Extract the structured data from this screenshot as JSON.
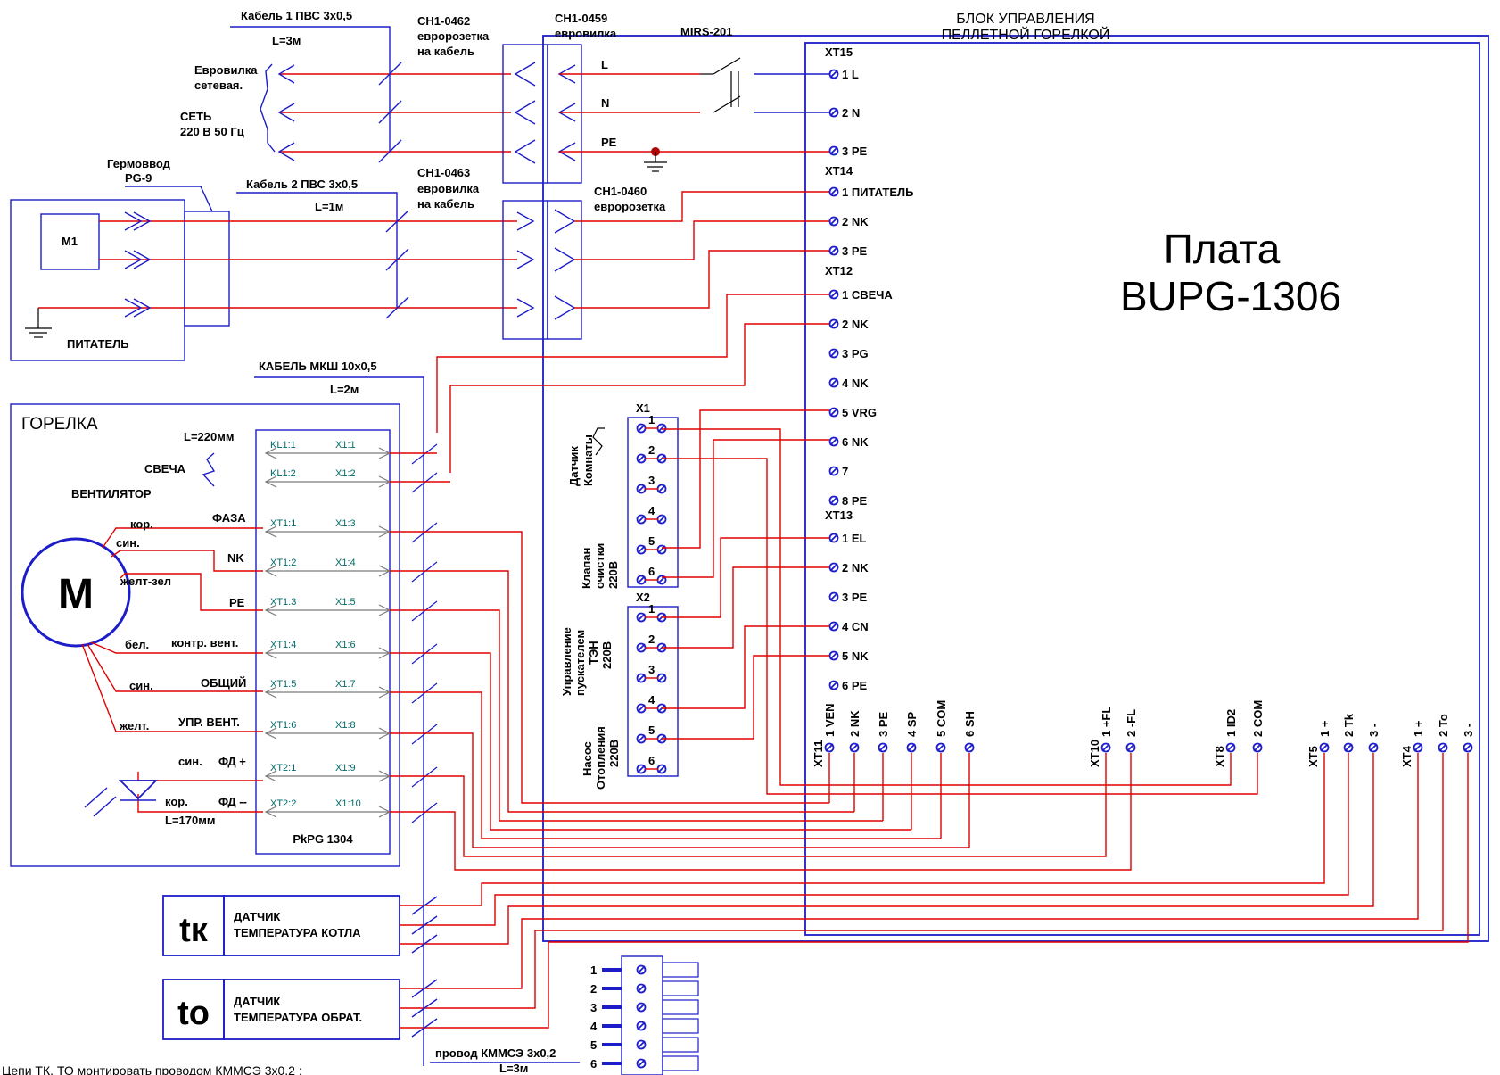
{
  "block": {
    "title_1": "БЛОК УПРАВЛЕНИЯ",
    "title_2": "ПЕЛЛЕТНОЙ ГОРЕЛКОЙ",
    "board_1": "Плата",
    "board_2": "BUPG-1306"
  },
  "cable1": {
    "name": "Кабель 1  ПВС 3х0,5",
    "length": "L=3м"
  },
  "cable2": {
    "name": "Кабель 2  ПВС 3х0,5",
    "length": "L=1м"
  },
  "cable_mksh": {
    "name": "КАБЕЛЬ МКШ 10х0,5",
    "length": "L=2м"
  },
  "cable_kmmse": {
    "name": "провод КММСЭ 3х0,2",
    "length": "L=3м"
  },
  "mains": {
    "plug_1": "Евровилка",
    "plug_2": "сетевая.",
    "net_1": "СЕТЬ",
    "net_2": "220 В 50 Гц"
  },
  "connectors": {
    "ch0462": [
      "СН1-0462",
      "евророзетка",
      "на кабель"
    ],
    "ch0459": [
      "СН1-0459",
      "евровилка"
    ],
    "ch0463": [
      "СН1-0463",
      "евровилка",
      "на кабель"
    ],
    "ch0460": [
      "СН1-0460",
      "евророзетка"
    ],
    "mirs": "MIRS-201",
    "lines": [
      "L",
      "N",
      "PE"
    ]
  },
  "feeder": {
    "gland_1": "Гермоввод",
    "gland_2": "PG-9",
    "motor": "М1",
    "title": "ПИТАТЕЛЬ"
  },
  "xt15": {
    "name": "XT15",
    "pins": [
      "1 L",
      "2 N",
      "3 PE"
    ]
  },
  "xt14": {
    "name": "XT14",
    "pins": [
      "1 ПИТАТЕЛЬ",
      "2 NK",
      "3 PE"
    ]
  },
  "xt12": {
    "name": "XT12",
    "pins": [
      "1 СВЕЧА",
      "2 NK",
      "3 PG",
      "4 NK",
      "5 VRG",
      "6 NK",
      "7",
      "8 PE"
    ]
  },
  "xt13": {
    "name": "XT13",
    "pins": [
      "1 EL",
      "2 NK",
      "3 PE",
      "4 CN",
      "5 NK",
      "6 PE"
    ]
  },
  "bottom_groups": [
    {
      "name": "XT11",
      "pins": [
        "1 VEN",
        "2 NK",
        "3 PE",
        "4 SP",
        "5 COM",
        "6 SH"
      ]
    },
    {
      "name": "XT10",
      "pins": [
        "1 +FL",
        "2 -FL"
      ]
    },
    {
      "name": "XT8",
      "pins": [
        "1 ID2",
        "2 COM"
      ]
    },
    {
      "name": "XT5",
      "pins": [
        "1 +",
        "2 Tk",
        "3 -"
      ]
    },
    {
      "name": "XT4",
      "pins": [
        "1 +",
        "2 To",
        "3 -"
      ]
    }
  ],
  "x1": {
    "name": "X1",
    "pins": [
      "1",
      "2",
      "3",
      "4",
      "5",
      "6"
    ],
    "label_a": [
      "Датчик",
      "Комнаты"
    ],
    "label_b": [
      "Клапан",
      "очистки",
      "220В"
    ]
  },
  "x2": {
    "name": "X2",
    "pins": [
      "1",
      "2",
      "3",
      "4",
      "5",
      "6"
    ],
    "label_a": [
      "Управление",
      "пускателем",
      "ТЭН",
      "220В"
    ],
    "label_b": [
      "Насос",
      "Отопления",
      "220В"
    ]
  },
  "burner": {
    "title": "ГОРЕЛКА",
    "board": "PkPG 1304",
    "len_220": "L=220мм",
    "candle": "СВЕЧА",
    "fan": "ВЕНТИЛЯТОР",
    "motor": "M",
    "len_170": "L=170мм",
    "wires_left": [
      "кор.",
      "син.",
      "желт-зел",
      "бел.",
      "син.",
      "желт."
    ],
    "signals": [
      "ФАЗА",
      "NK",
      "PE",
      "контр. вент.",
      "ОБЩИЙ",
      "УПР. ВЕНТ.",
      "ФД +",
      "ФД --"
    ],
    "sig_wires": [
      "син.",
      "кор."
    ],
    "rows": [
      {
        "a": "KL1:1",
        "b": "X1:1"
      },
      {
        "a": "KL1:2",
        "b": "X1:2"
      },
      {
        "a": "XT1:1",
        "b": "X1:3"
      },
      {
        "a": "XT1:2",
        "b": "X1:4"
      },
      {
        "a": "XT1:3",
        "b": "X1:5"
      },
      {
        "a": "XT1:4",
        "b": "X1:6"
      },
      {
        "a": "XT1:5",
        "b": "X1:7"
      },
      {
        "a": "XT1:6",
        "b": "X1:8"
      },
      {
        "a": "XT2:1",
        "b": "X1:9"
      },
      {
        "a": "XT2:2",
        "b": "X1:10"
      }
    ]
  },
  "sensors": {
    "tk_symbol": "tк",
    "tk_1": "ДАТЧИК",
    "tk_2": "ТЕМПЕРАТУРА КОТЛА",
    "to_symbol": "to",
    "to_1": "ДАТЧИК",
    "to_2": "ТЕМПЕРАТУРА ОБРАТ."
  },
  "terminal_block": {
    "pins": [
      "1",
      "2",
      "3",
      "4",
      "5",
      "6"
    ]
  },
  "note": "Цепи ТК, ТО  монтировать проводом  КММСЭ 3х0,2 ;"
}
